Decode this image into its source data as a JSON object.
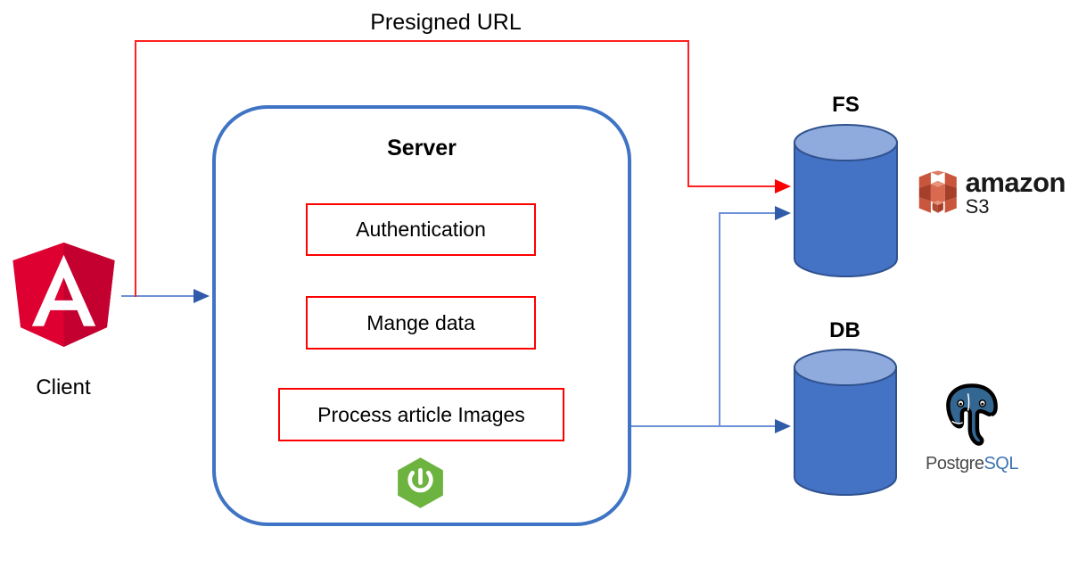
{
  "diagram": {
    "title_label": "Presigned URL",
    "nodes": {
      "client": {
        "label": "Client",
        "icon": "angular-logo-icon"
      },
      "server": {
        "label": "Server",
        "runtime_icon": "spring-boot-icon",
        "services": [
          {
            "label": "Authentication"
          },
          {
            "label": "Mange data"
          },
          {
            "label": "Process article Images"
          }
        ]
      },
      "file_storage": {
        "label": "FS",
        "icon": "cylinder-icon",
        "provider_name": "amazon",
        "provider_service": "S3",
        "provider_icon": "amazon-s3-icon"
      },
      "database": {
        "label": "DB",
        "icon": "cylinder-icon",
        "provider_name": "Postgre",
        "provider_name_accent": "SQL",
        "provider_icon": "postgresql-elephant-icon"
      }
    },
    "edges": [
      {
        "name": "client-to-server",
        "color": "#4472C4",
        "style": "solid-arrow"
      },
      {
        "name": "presigned-url-client-to-fs",
        "color": "#FF0000",
        "style": "solid-arrow"
      },
      {
        "name": "server-to-fs",
        "color": "#4472C4",
        "style": "solid-arrow"
      },
      {
        "name": "server-to-db",
        "color": "#4472C4",
        "style": "solid-arrow"
      }
    ]
  },
  "colors": {
    "server_border": "#3F73C4",
    "service_border": "#FF0000",
    "cylinder_body": "#4472C4",
    "cylinder_top": "#8FAADC",
    "cylinder_stroke": "#2F528F",
    "angular_red": "#DD0031",
    "angular_red_dark": "#C3002F",
    "spring_green": "#6DB33F",
    "aws_orange": "#C8553C",
    "postgres_blue": "#336791",
    "arrow_blue": "#4472C4",
    "arrow_red": "#FF0000"
  }
}
